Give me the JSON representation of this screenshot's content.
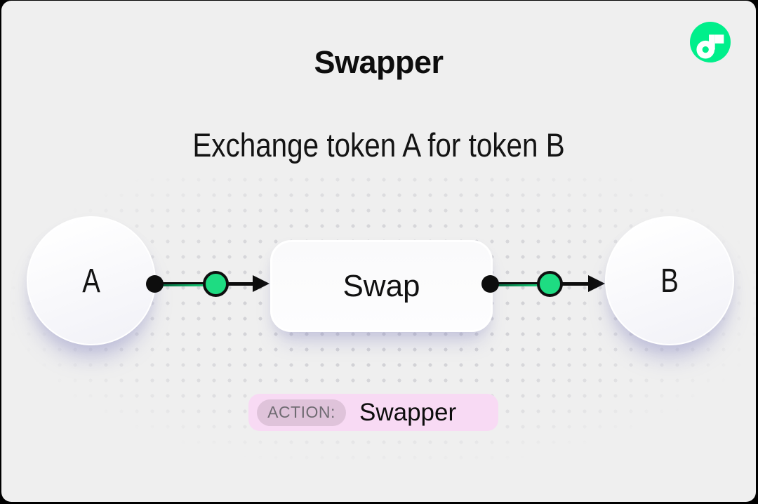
{
  "header": {
    "title": "Swapper",
    "subtitle": "Exchange token A for token B"
  },
  "logo": {
    "name": "flow-logo",
    "color": "#00EF8B"
  },
  "diagram": {
    "nodes": [
      {
        "id": "a",
        "label": "A",
        "type": "token-circle"
      },
      {
        "id": "swap",
        "label": "Swap",
        "type": "action-box"
      },
      {
        "id": "b",
        "label": "B",
        "type": "token-circle"
      }
    ],
    "edges": [
      {
        "from": "A",
        "to": "Swap"
      },
      {
        "from": "Swap",
        "to": "B"
      }
    ],
    "connector_green": "#1EDC82"
  },
  "badge": {
    "label": "ACTION:",
    "value": "Swapper",
    "bg": "#F8DAF4",
    "label_bg": "#DFC3DA"
  },
  "colors": {
    "frame": "#000000",
    "background": "#EFEFEF",
    "dot": "#D2D2D6"
  }
}
